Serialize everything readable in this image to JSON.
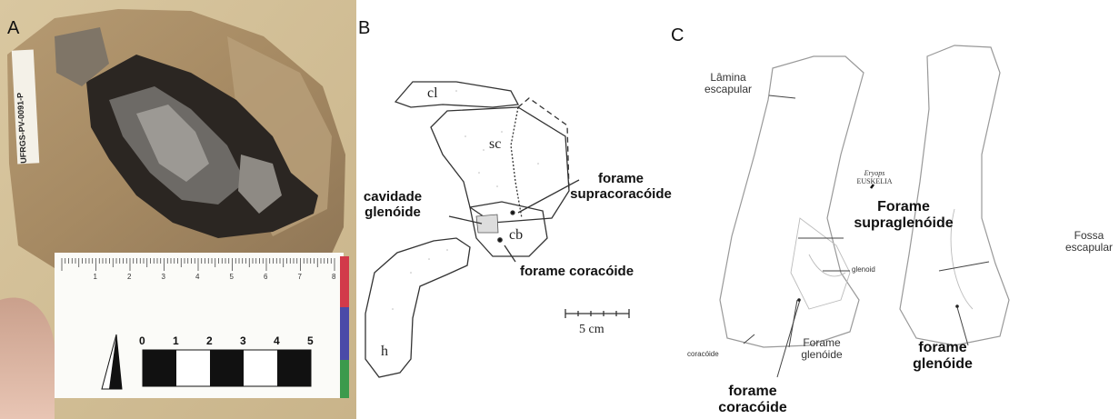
{
  "panels": {
    "a": {
      "letter": "A",
      "specimen_label": "UFRGS-PV-0091-P",
      "scale_numbers": [
        "1",
        "2",
        "3",
        "4",
        "5",
        "6",
        "7",
        "8"
      ],
      "bar_numbers": [
        "0",
        "1",
        "2",
        "3",
        "4",
        "5"
      ]
    },
    "b": {
      "letter": "B",
      "bone_labels": {
        "cl": "cl",
        "sc": "sc",
        "cb": "cb",
        "h": "h"
      },
      "cavidade_line1": "cavidade",
      "cavidade_line2": "glenóide",
      "forame_sup_line1": "forame",
      "forame_sup_line2": "supracoracóide",
      "forame_coracoide": "forame coracóide",
      "scale_label": "5 cm"
    },
    "c": {
      "letter": "C",
      "lamina_line1": "Lâmina",
      "lamina_line2": "escapular",
      "eryops": "Eryops",
      "euskelia": "EUSKELIA",
      "forame_supraglenoide_line1": "Forame",
      "forame_supraglenoide_line2": "supraglenóide",
      "glenoid": "glenoid",
      "fossa_line1": "Fossa",
      "fossa_line2": "escapular",
      "coracoide_small": "coracóide",
      "forame_glen_small_line1": "Forame",
      "forame_glen_small_line2": "glenóide",
      "forame_glen_bold_line1": "forame",
      "forame_glen_bold_line2": "glenóide",
      "forame_cor_bold_line1": "forame",
      "forame_cor_bold_line2": "coracóide"
    }
  }
}
